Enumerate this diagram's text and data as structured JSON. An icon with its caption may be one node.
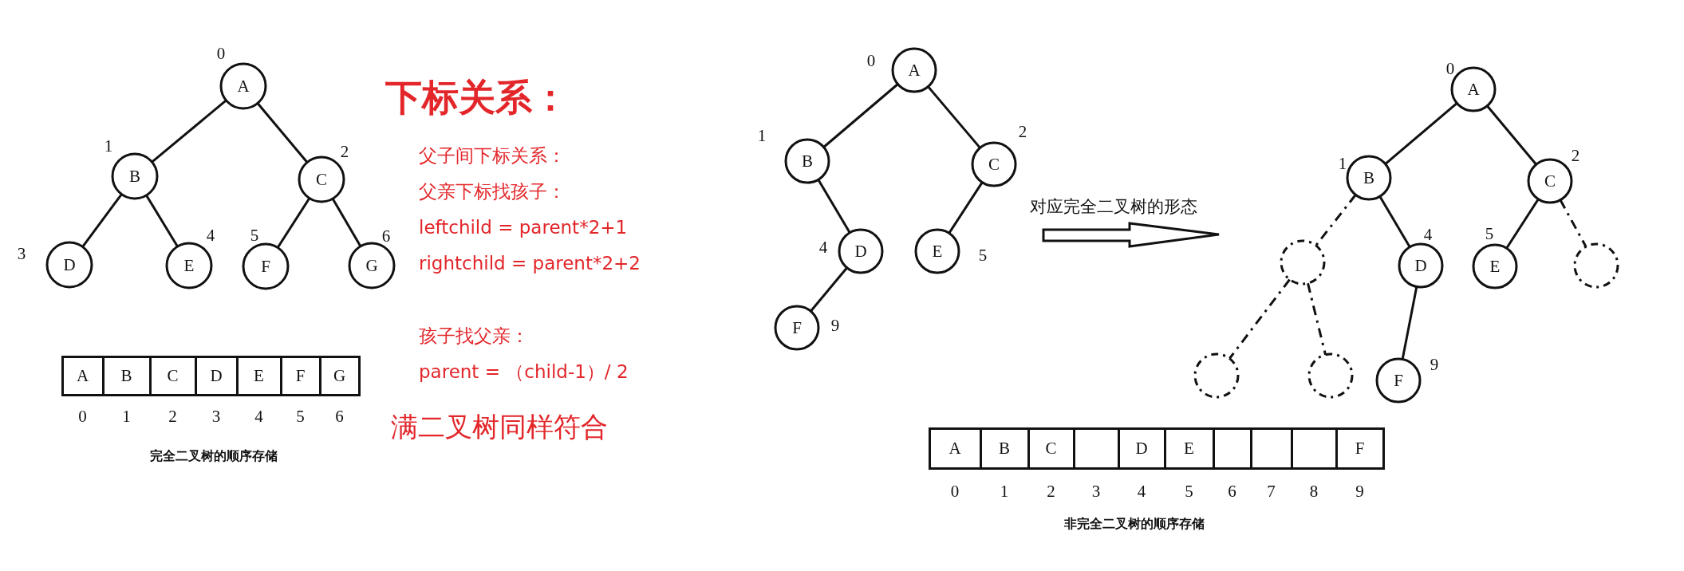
{
  "diagram": {
    "nodes": [
      {
        "text": [
          "A"
        ],
        "beside": [
          "0"
        ]
      },
      {
        "text": [
          "B"
        ],
        "beside": [
          "1"
        ]
      },
      {
        "text": [
          "C"
        ],
        "beside": [
          "2"
        ]
      },
      {
        "text": [
          "D"
        ],
        "beside": [
          "3"
        ]
      },
      {
        "text": [
          "E"
        ],
        "beside": [
          "4"
        ]
      },
      {
        "text": [
          "F"
        ],
        "beside": [
          "5"
        ]
      },
      {
        "text": [
          "G"
        ],
        "beside": [
          "6"
        ]
      },
      {
        "text": [
          "A"
        ],
        "beside": [
          "0"
        ]
      },
      {
        "text": [
          "B"
        ],
        "beside": [
          "1"
        ]
      },
      {
        "text": [
          "C"
        ],
        "beside": [
          "2"
        ]
      },
      {
        "text": [
          "D"
        ],
        "beside": [
          "3"
        ]
      },
      {
        "text": [
          "E"
        ],
        "beside": [
          "4"
        ]
      },
      {
        "text": [
          "F"
        ],
        "beside": [
          "5"
        ]
      },
      {
        "text": [
          "G"
        ],
        "beside": [
          "6"
        ]
      },
      {
        "text": [
          "A"
        ],
        "beside": [
          "0"
        ]
      },
      {
        "text": [
          "B"
        ],
        "beside": [
          "1"
        ]
      },
      {
        "text": [
          "C"
        ],
        "beside": [
          "2"
        ]
      },
      {
        "text": [
          "D"
        ],
        "beside": [
          "4"
        ]
      },
      {
        "text": [
          "E"
        ],
        "beside": [
          "5"
        ]
      },
      {
        "text": [
          "F"
        ],
        "beside": [
          "9"
        ]
      },
      {
        "text": [
          "A"
        ],
        "beside": [
          "0"
        ]
      },
      {
        "text": [
          "B"
        ],
        "beside": [
          "1"
        ]
      },
      {
        "text": [
          "C"
        ],
        "beside": [
          "2"
        ]
      },
      {
        "text": [],
        "shape": "circle"
      },
      {
        "text": [
          "D"
        ],
        "beside": [
          "4"
        ]
      },
      {
        "text": [
          "E"
        ],
        "beside": [
          "5"
        ]
      },
      {
        "text": [],
        "shape": "circle"
      },
      {
        "text": [],
        "shape": "circle"
      },
      {
        "text": [],
        "shape": "circle"
      },
      {
        "text": [
          "F"
        ],
        "beside": [
          "9"
        ]
      },
      {
        "text": [
          "A"
        ],
        "beside": [
          "0"
        ]
      },
      {
        "text": [
          "B"
        ],
        "beside": [
          "1"
        ]
      },
      {
        "text": [
          "C"
        ],
        "beside": [
          "2"
        ]
      },
      {
        "text": [],
        "shape": "box",
        "beside": [
          "3"
        ]
      },
      {
        "text": [
          "D"
        ],
        "beside": [
          "4"
        ]
      },
      {
        "text": [
          "E"
        ],
        "beside": [
          "5"
        ]
      },
      {
        "text": [],
        "shape": "box",
        "beside": [
          "6"
        ]
      },
      {
        "text": [],
        "shape": "box",
        "beside": [
          "7"
        ]
      },
      {
        "text": [],
        "shape": "box",
        "beside": [
          "8"
        ]
      },
      {
        "text": [
          "F"
        ],
        "beside": [
          "9"
        ]
      }
    ],
    "edges": [
      {
        "from": 0,
        "to": 1,
        "arrow": "none"
      },
      {
        "from": 0,
        "to": 2,
        "arrow": "none"
      },
      {
        "from": 1,
        "to": 3,
        "arrow": "none"
      },
      {
        "from": 1,
        "to": 4,
        "arrow": "none"
      },
      {
        "from": 2,
        "to": 5,
        "arrow": "none"
      },
      {
        "from": 2,
        "to": 6,
        "arrow": "none"
      },
      {
        "from": 14,
        "to": 15,
        "arrow": "none"
      },
      {
        "from": 14,
        "to": 16,
        "arrow": "none"
      },
      {
        "from": 15,
        "to": 17,
        "arrow": "none"
      },
      {
        "from": 16,
        "to": 18,
        "arrow": "none"
      },
      {
        "from": 17,
        "to": 19,
        "arrow": "none"
      },
      {
        "from": 20,
        "to": 21,
        "arrow": "none"
      },
      {
        "from": 20,
        "to": 22,
        "arrow": "none"
      },
      {
        "from": 21,
        "to": 23,
        "arrow": "none",
        "style": "dashed"
      },
      {
        "from": 21,
        "to": 24,
        "arrow": "none"
      },
      {
        "from": 22,
        "to": 25,
        "arrow": "none"
      },
      {
        "from": 22,
        "to": 26,
        "arrow": "none",
        "style": "dashed"
      },
      {
        "from": 23,
        "to": 27,
        "arrow": "none",
        "style": "dashed"
      },
      {
        "from": 23,
        "to": 28,
        "arrow": "none",
        "style": "dashed"
      },
      {
        "from": 24,
        "to": 29,
        "arrow": "none"
      }
    ],
    "labels": [
      "下标关系：",
      "父子间下标关系：",
      "父亲下标找孩子：",
      "leftchild = parent*2+1",
      "rightchild = parent*2+2",
      "孩子找父亲：",
      "parent = （child-1）/ 2",
      "满二叉树同样符合",
      "完全二叉树的顺序存储",
      "对应完全二叉树的形态",
      "非完全二叉树的顺序存储"
    ]
  }
}
